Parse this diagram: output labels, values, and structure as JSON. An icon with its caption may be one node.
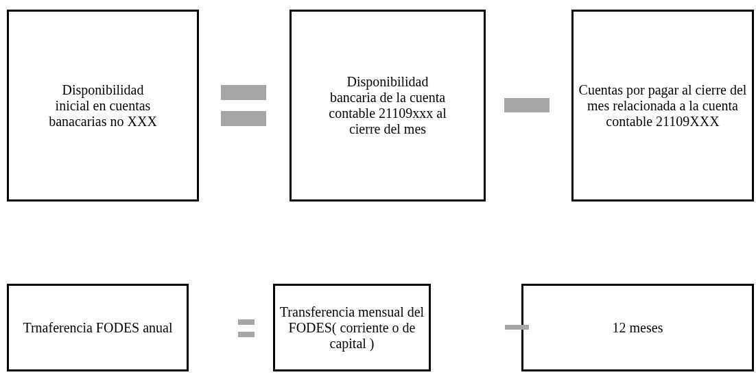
{
  "diagram": {
    "nodes": [
      {
        "text": [
          "Disponibilidad inicial en cuentas banacarias no XXX"
        ]
      },
      {
        "text": [
          "Disponibilidad bancaria de la cuenta contable 21109xxx al cierre del mes"
        ]
      },
      {
        "text": [
          "Cuentas por pagar al cierre del mes relacionada a la cuenta contable 21109XXX"
        ]
      },
      {
        "text": [
          "Trnaferencia FODES anual"
        ]
      },
      {
        "text": [
          "Transferencia mensual del FODES( corriente o de capital )"
        ]
      },
      {
        "text": [
          "12 meses"
        ]
      }
    ]
  }
}
